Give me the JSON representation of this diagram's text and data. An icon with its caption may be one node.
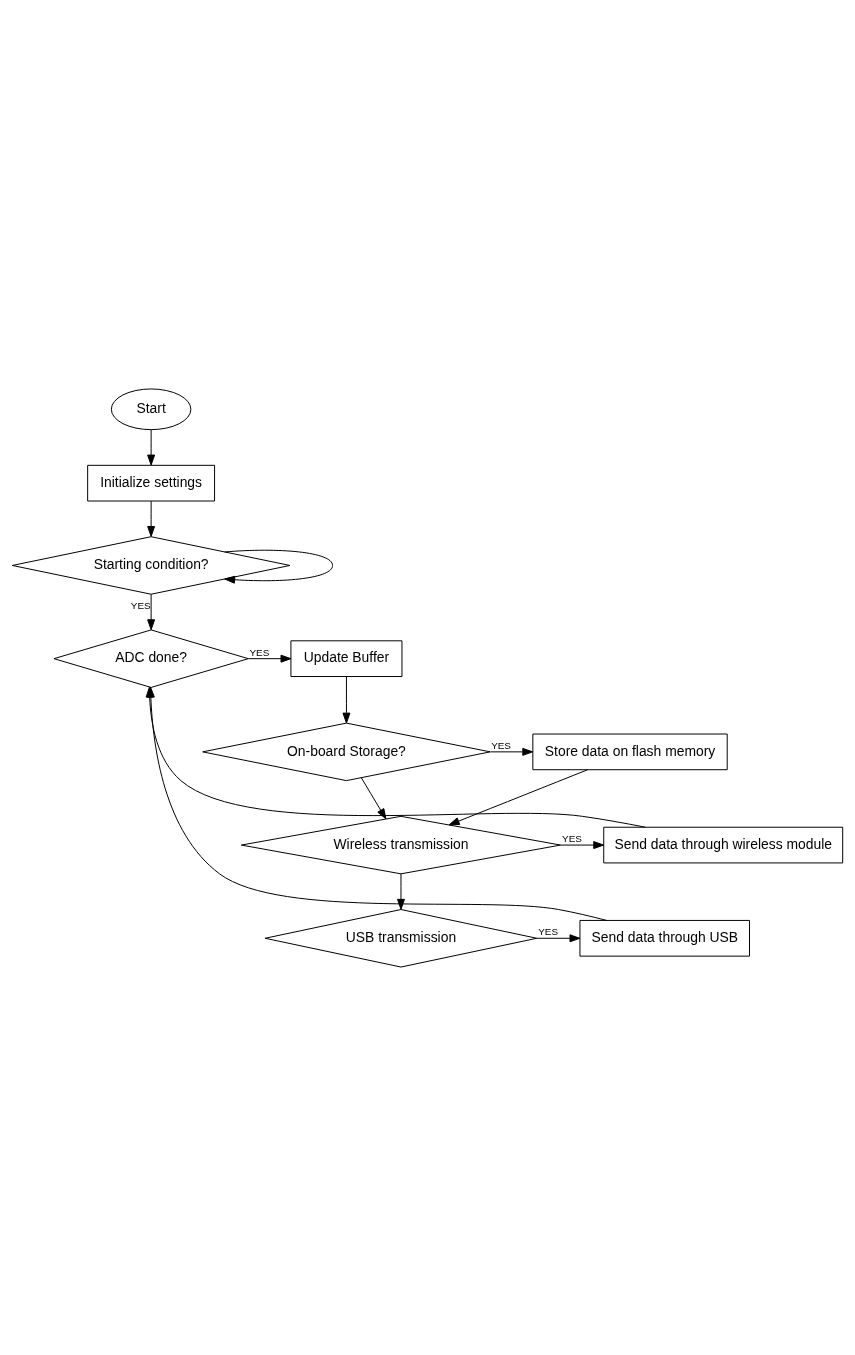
{
  "diagram": {
    "nodes": [
      {
        "text": [
          "Start"
        ]
      },
      {
        "text": [
          "Initialize settings"
        ]
      },
      {
        "text": [
          "Starting condition?"
        ]
      },
      {
        "text": [
          "ADC done?"
        ]
      },
      {
        "text": [
          "Update Buffer"
        ]
      },
      {
        "text": [
          "On-board Storage?"
        ]
      },
      {
        "text": [
          "Store data on flash memory"
        ]
      },
      {
        "text": [
          "Wireless transmission"
        ]
      },
      {
        "text": [
          "Send data through wireless module"
        ]
      },
      {
        "text": [
          "USB transmission"
        ]
      },
      {
        "text": [
          "Send data through USB"
        ]
      }
    ],
    "edges": [
      {
        "from": 0,
        "to": 1,
        "arrow": "to"
      },
      {
        "from": 1,
        "to": 2,
        "arrow": "to"
      },
      {
        "from": 2,
        "to": 2,
        "arrow": "to"
      },
      {
        "from": 2,
        "to": 3,
        "arrow": "to",
        "label": "YES"
      },
      {
        "from": 3,
        "to": 4,
        "arrow": "to",
        "label": "YES"
      },
      {
        "from": 4,
        "to": 5,
        "arrow": "to"
      },
      {
        "from": 5,
        "to": 6,
        "arrow": "to",
        "label": "YES"
      },
      {
        "from": 6,
        "to": 7,
        "arrow": "to"
      },
      {
        "from": 5,
        "to": 7,
        "arrow": "to"
      },
      {
        "from": 7,
        "to": 8,
        "arrow": "to",
        "label": "YES"
      },
      {
        "from": 7,
        "to": 9,
        "arrow": "to"
      },
      {
        "from": 9,
        "to": 10,
        "arrow": "to",
        "label": "YES"
      },
      {
        "from": 8,
        "to": 3,
        "arrow": "to"
      },
      {
        "from": 10,
        "to": 3,
        "arrow": "to"
      }
    ]
  }
}
